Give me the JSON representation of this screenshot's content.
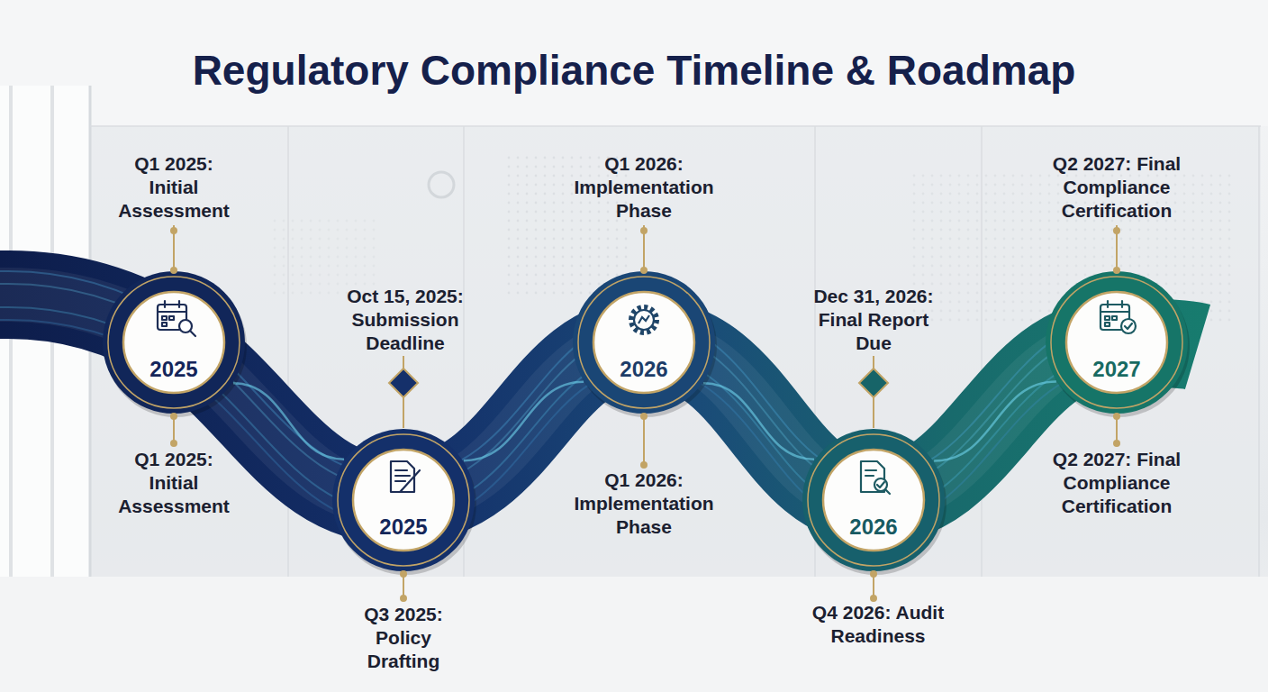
{
  "diagram": {
    "title": "Regulatory Compliance Timeline & Roadmap",
    "nodes": [
      {
        "text": [
          "Q1 2025: Initial Assessment",
          "2025",
          "Q1 2025: Initial Assessment"
        ]
      },
      {
        "text": [
          "Oct 15, 2025: Submission Deadline"
        ]
      },
      {
        "text": [
          "2025",
          "Q3 2025: Policy Drafting"
        ]
      },
      {
        "text": [
          "Q1 2026: Implementation Phase",
          "2026",
          "Q1 2026: Implementation Phase"
        ]
      },
      {
        "text": [
          "Dec 31, 2026: Final Report Due"
        ]
      },
      {
        "text": [
          "2026",
          "Q4 2026: Audit Readiness"
        ]
      },
      {
        "text": [
          "Q2 2027: Final Compliance Certification",
          "2027",
          "Q2 2027: Final Compliance Certification"
        ]
      }
    ],
    "edges": [
      {
        "from": 0,
        "to": 2,
        "arrow": "none"
      },
      {
        "from": 2,
        "to": 3,
        "arrow": "none"
      },
      {
        "from": 3,
        "to": 5,
        "arrow": "none"
      },
      {
        "from": 5,
        "to": 6,
        "arrow": "none"
      },
      {
        "from": 1,
        "to": 2,
        "arrow": "none"
      },
      {
        "from": 4,
        "to": 5,
        "arrow": "none"
      }
    ]
  }
}
